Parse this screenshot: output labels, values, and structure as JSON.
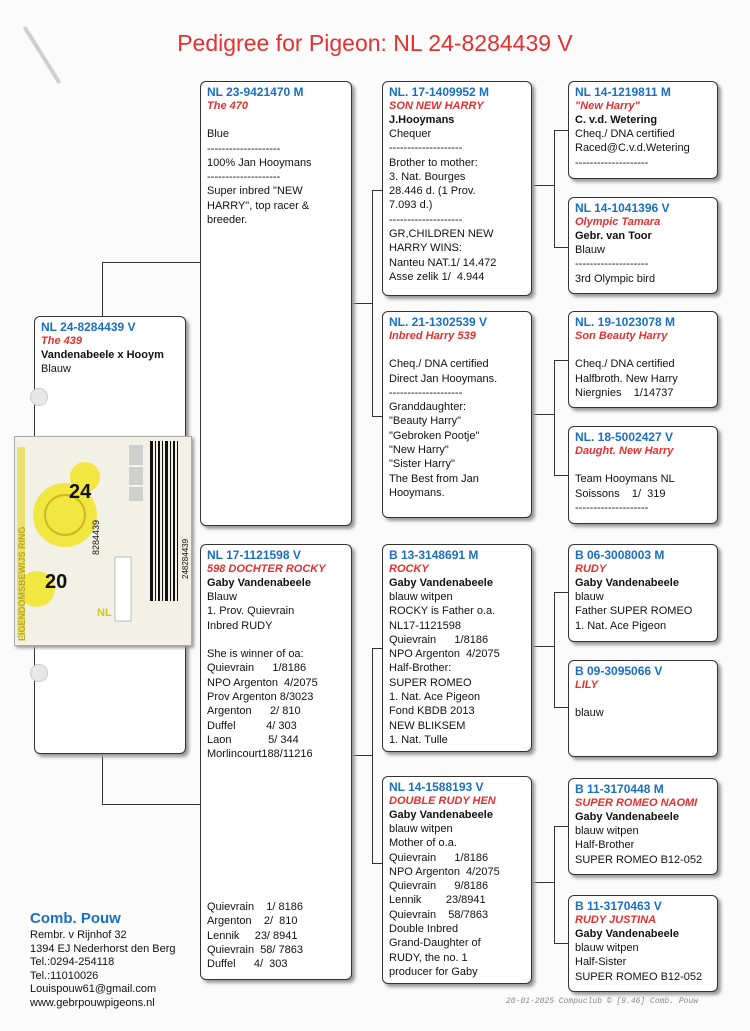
{
  "title": "Pedigree for Pigeon: NL  24-8284439 V",
  "subject": {
    "ring": "NL  24-8284439 V",
    "name": "The 439",
    "owner": "Vandenabeele x Hooym",
    "lines": [
      "Blauw"
    ]
  },
  "father": {
    "ring": "NL  23-9421470 M",
    "name": "The 470",
    "lines": [
      "",
      "Blue",
      "--------------------",
      "100% Jan Hooymans",
      "--------------------",
      "Super inbred \"NEW",
      "HARRY\", top racer &",
      "breeder."
    ]
  },
  "mother": {
    "ring": "NL  17-1121598 V",
    "name": "598 DOCHTER ROCKY",
    "owner": "Gaby Vandenabeele",
    "lines": [
      "Blauw",
      "1. Prov. Quievrain",
      "Inbred RUDY",
      "",
      "She is winner of oa:",
      "Quievrain      1/8186",
      "NPO Argenton  4/2075",
      "Prov Argenton 8/3023",
      "Argenton      2/ 810",
      "Duffel          4/ 303",
      "Laon            5/ 344",
      "Morlincourt188/11216"
    ],
    "bottom_lines": [
      "Quievrain    1/ 8186",
      "Argenton    2/  810",
      "Lennik     23/ 8941",
      "Quievrain  58/ 7863",
      "Duffel      4/  303"
    ]
  },
  "ff": {
    "ring": "NL. 17-1409952 M",
    "name": "SON NEW HARRY",
    "owner": "J.Hooymans",
    "lines": [
      "Chequer",
      "--------------------",
      "Brother to mother:",
      "3. Nat. Bourges",
      "28.446 d. (1 Prov.",
      "7.093 d.)",
      "--------------------",
      "GR,CHILDREN NEW",
      "HARRY WINS:",
      "Nanteu NAT.1/ 14.472",
      "Asse zelik 1/  4.944"
    ]
  },
  "fm": {
    "ring": "NL. 21-1302539 V",
    "name": "Inbred Harry 539",
    "lines": [
      "",
      "Cheq./ DNA certified",
      "Direct Jan Hooymans.",
      "--------------------",
      "Granddaughter:",
      "\"Beauty Harry\"",
      "\"Gebroken Pootje\"",
      "\"New Harry\"",
      "\"Sister Harry\"",
      "The Best from Jan",
      "Hooymans."
    ]
  },
  "mf": {
    "ring": "B   13-3148691 M",
    "name": "ROCKY",
    "owner": "Gaby Vandenabeele",
    "lines": [
      "blauw witpen",
      "ROCKY is Father o.a.",
      "NL17-1121598",
      "Quievrain      1/8186",
      "NPO Argenton  4/2075",
      "Half-Brother:",
      "SUPER ROMEO",
      "1. Nat. Ace Pigeon",
      "Fond KBDB 2013",
      "NEW BLIKSEM",
      "1. Nat. Tulle"
    ]
  },
  "mm": {
    "ring": "NL  14-1588193 V",
    "name": "DOUBLE RUDY HEN",
    "owner": "Gaby Vandenabeele",
    "lines": [
      "blauw witpen",
      "Mother of o.a.",
      "Quievrain      1/8186",
      "NPO Argenton  4/2075",
      "Quievrain      9/8186",
      "Lennik        23/8941",
      "Quievrain    58/7863",
      "Double Inbred",
      "Grand-Daughter of",
      "RUDY, the no. 1",
      "producer for Gaby"
    ]
  },
  "fff": {
    "ring": "NL  14-1219811 M",
    "name": "\"New Harry\"",
    "owner": "C. v.d. Wetering",
    "lines": [
      "Cheq./ DNA certified",
      "Raced@C.v.d.Wetering",
      "--------------------"
    ]
  },
  "ffm": {
    "ring": "NL  14-1041396 V",
    "name": "Olympic Tamara",
    "owner": "Gebr. van Toor",
    "lines": [
      "Blauw",
      "--------------------",
      "3rd Olympic bird"
    ]
  },
  "fmf": {
    "ring": "NL. 19-1023078 M",
    "name": "Son Beauty Harry",
    "lines": [
      "",
      "Cheq./ DNA certified",
      "Halfbroth. New Harry",
      "Niergnies    1/14737"
    ]
  },
  "fmm": {
    "ring": "NL. 18-5002427 V",
    "name": "Daught. New Harry",
    "lines": [
      "",
      "Team Hooymans NL",
      "Soissons    1/  319",
      "--------------------"
    ]
  },
  "mff": {
    "ring": "B   06-3008003 M",
    "name": "RUDY",
    "owner": "Gaby Vandenabeele",
    "lines": [
      "blauw",
      "Father SUPER ROMEO",
      "1. Nat. Ace Pigeon"
    ]
  },
  "mfm": {
    "ring": "B   09-3095066 V",
    "name": "LILY",
    "lines": [
      "",
      "blauw"
    ]
  },
  "mmf": {
    "ring": "B   11-3170448 M",
    "name": "SUPER ROMEO NAOMI",
    "owner": "Gaby Vandenabeele",
    "lines": [
      "blauw witpen",
      "Half-Brother",
      "SUPER ROMEO B12-052"
    ]
  },
  "mmm": {
    "ring": "B   11-3170463 V",
    "name": "RUDY JUSTINA",
    "owner": "Gaby Vandenabeele",
    "lines": [
      "blauw witpen",
      "Half-Sister",
      "SUPER ROMEO B12-052"
    ]
  },
  "footer": {
    "name": "Comb. Pouw",
    "lines": [
      "Rembr. v Rijnhof 32",
      "1394 EJ  Nederhorst den Berg",
      "Tel.:0294-254118",
      "Tel.:11010026",
      "Louispouw61@gmail.com",
      "www.gebrpouwpigeons.nl"
    ]
  },
  "stamp": "20-01-2025   Compuclub © [9.46]  Comb. Pouw",
  "ring_card": {
    "year_left": "20",
    "year_right": "24",
    "country": "NL",
    "number": "8284439",
    "barcode_number": "248284439",
    "side_text": "EIGENDOMSBEWIJS RING"
  }
}
